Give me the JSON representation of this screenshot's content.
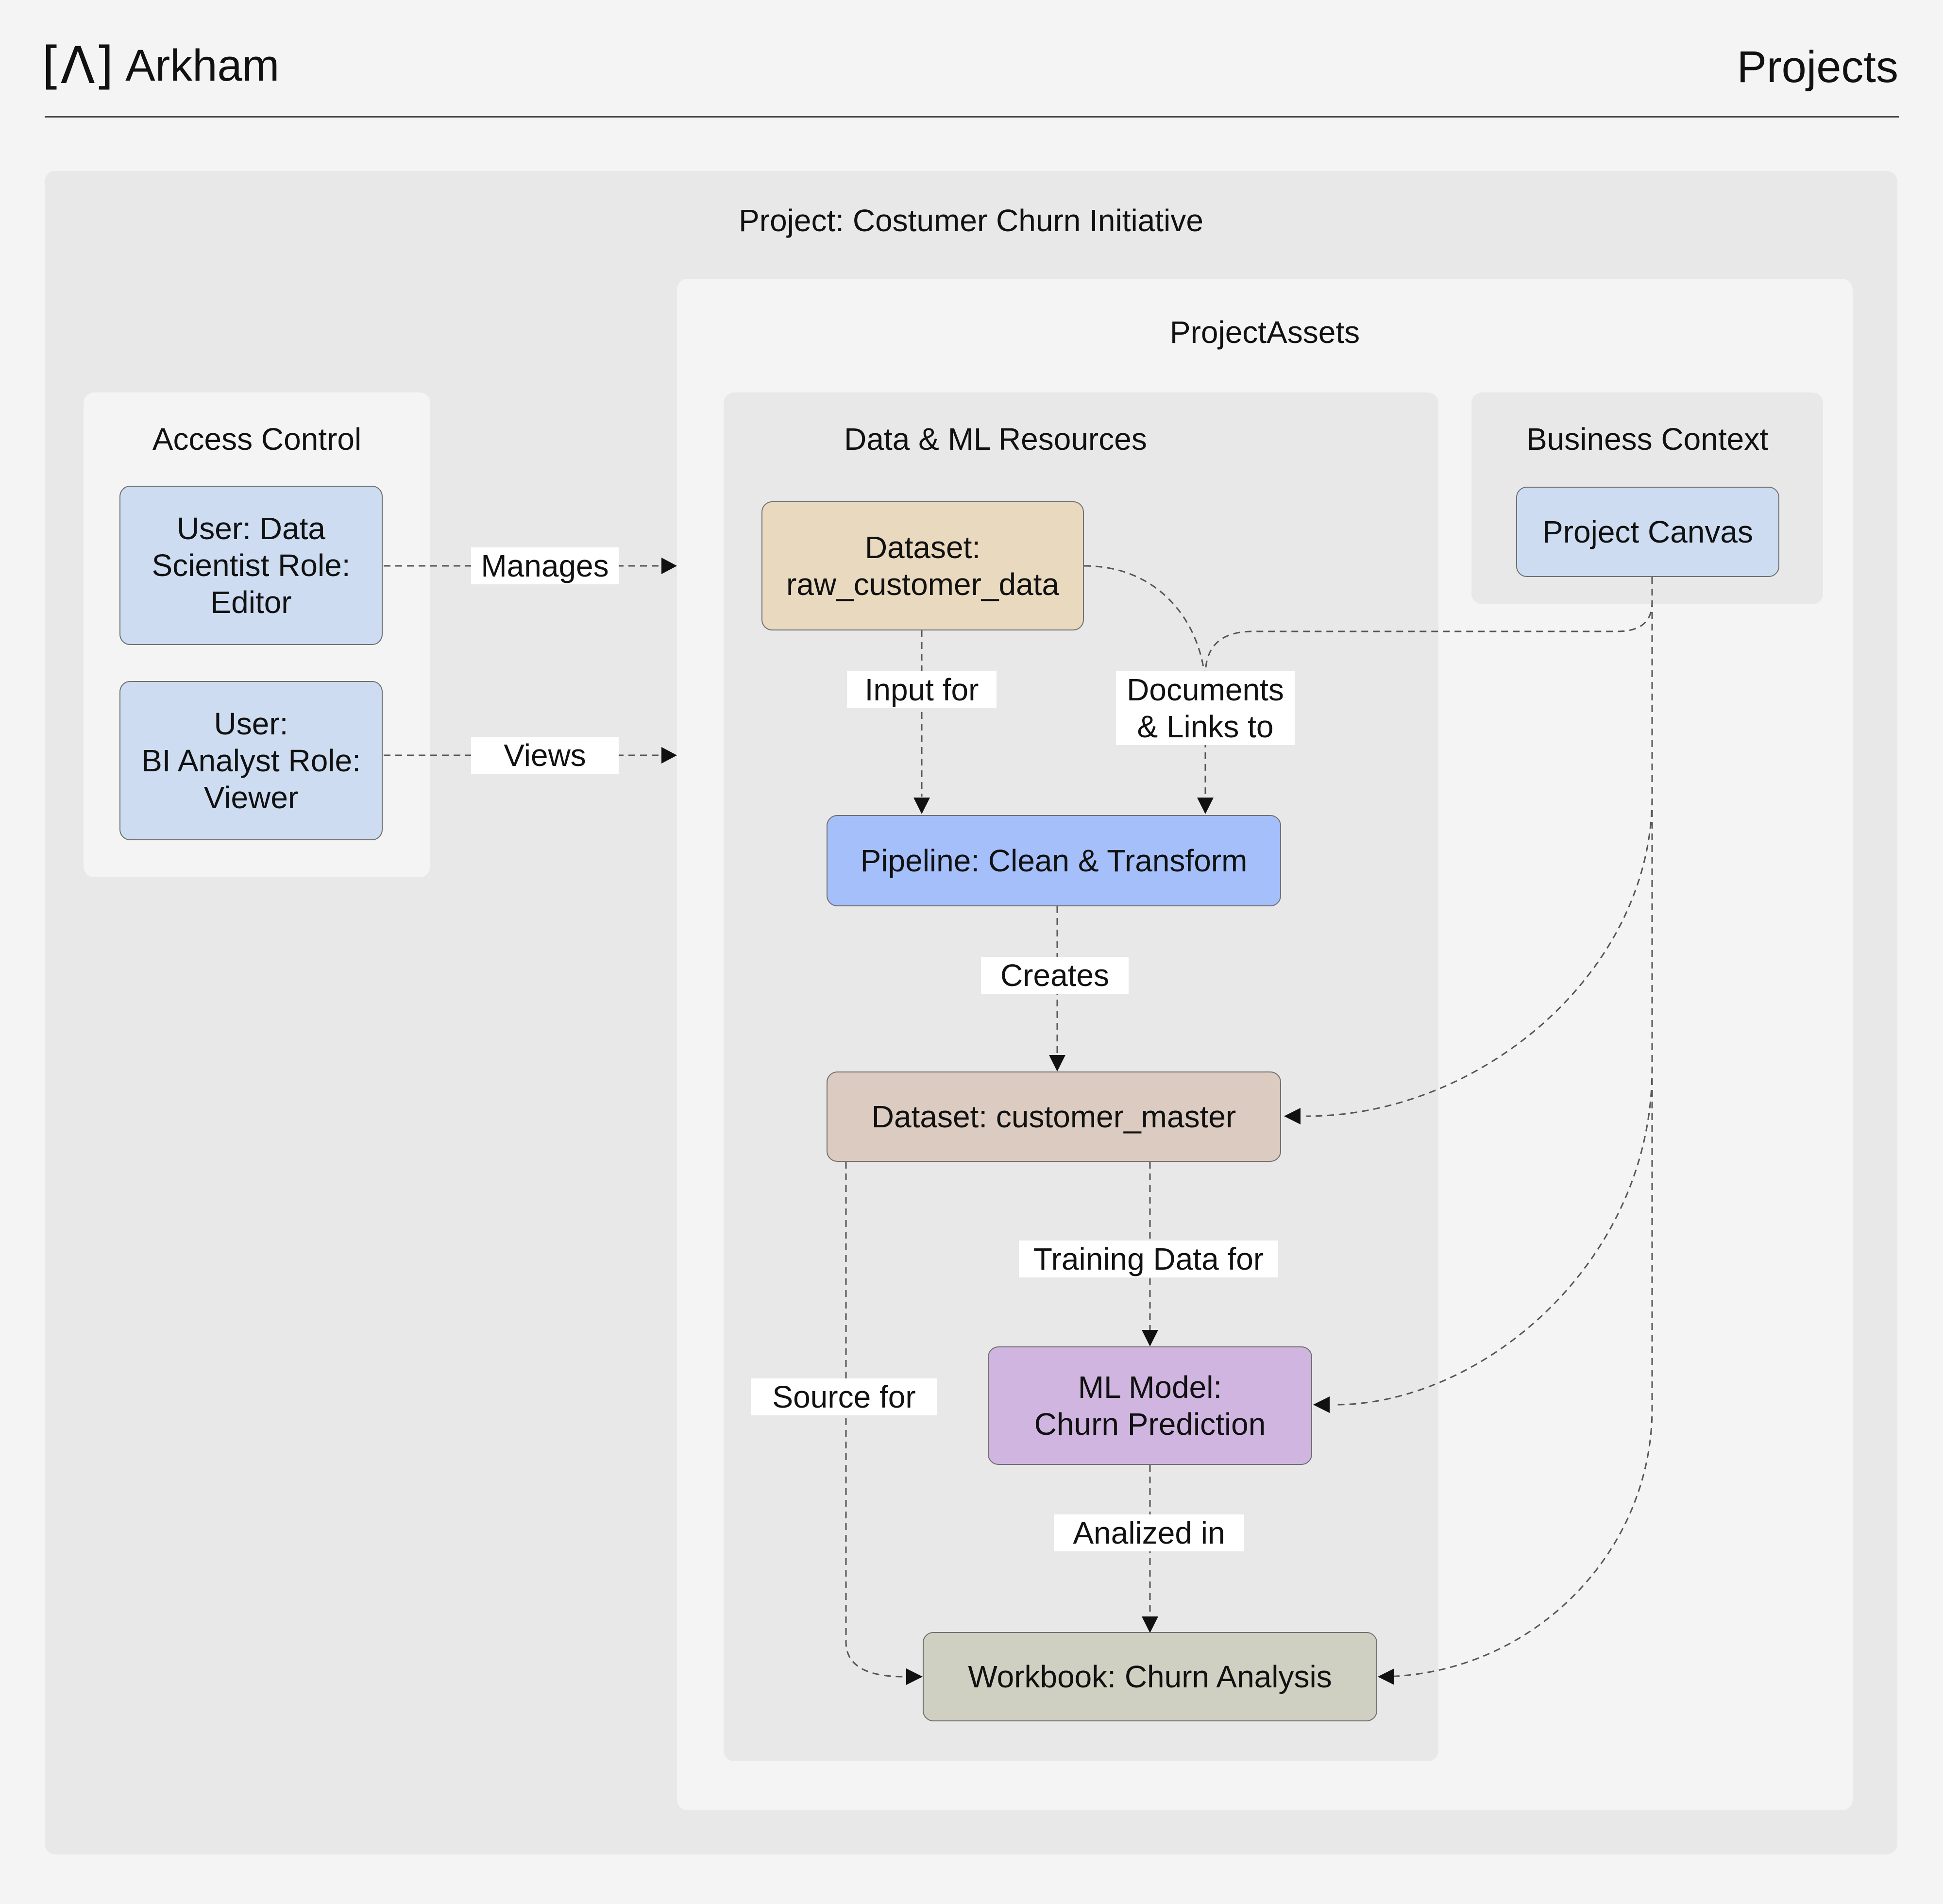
{
  "header": {
    "brand_mark": "[Λ]",
    "brand_name": "Arkham",
    "title": "Projects"
  },
  "project": {
    "title": "Project: Costumer Churn Initiative"
  },
  "access_control": {
    "title": "Access Control",
    "users": [
      {
        "label": "User: Data\nScientist Role:\nEditor",
        "color": "#cddcf0"
      },
      {
        "label": "User:\nBI Analyst Role:\nViewer",
        "color": "#cddcf0"
      }
    ]
  },
  "assets": {
    "title": "ProjectAssets",
    "data_ml": {
      "title": "Data & ML Resources",
      "nodes": {
        "raw_dataset": {
          "label": "Dataset:\nraw_customer_data",
          "color": "#e8d9bf"
        },
        "pipeline": {
          "label": "Pipeline: Clean & Transform",
          "color": "#a5bffa"
        },
        "master_dataset": {
          "label": "Dataset: customer_master",
          "color": "#dccbc0"
        },
        "ml_model": {
          "label": "ML Model:\nChurn Prediction",
          "color": "#cfb5df"
        },
        "workbook": {
          "label": "Workbook: Churn Analysis",
          "color": "#cfcfc2"
        }
      }
    },
    "business_context": {
      "title": "Business Context",
      "nodes": {
        "canvas": {
          "label": "Project Canvas",
          "color": "#cddcf0"
        }
      }
    }
  },
  "edges": {
    "manages": "Manages",
    "views": "Views",
    "input_for": "Input for",
    "documents_links": "Documents\n& Links to",
    "creates": "Creates",
    "training_data_for": "Training Data for",
    "source_for": "Source for",
    "analized_in": "Analized in"
  },
  "colors": {
    "edge": "#555555",
    "arrow": "#111111"
  }
}
